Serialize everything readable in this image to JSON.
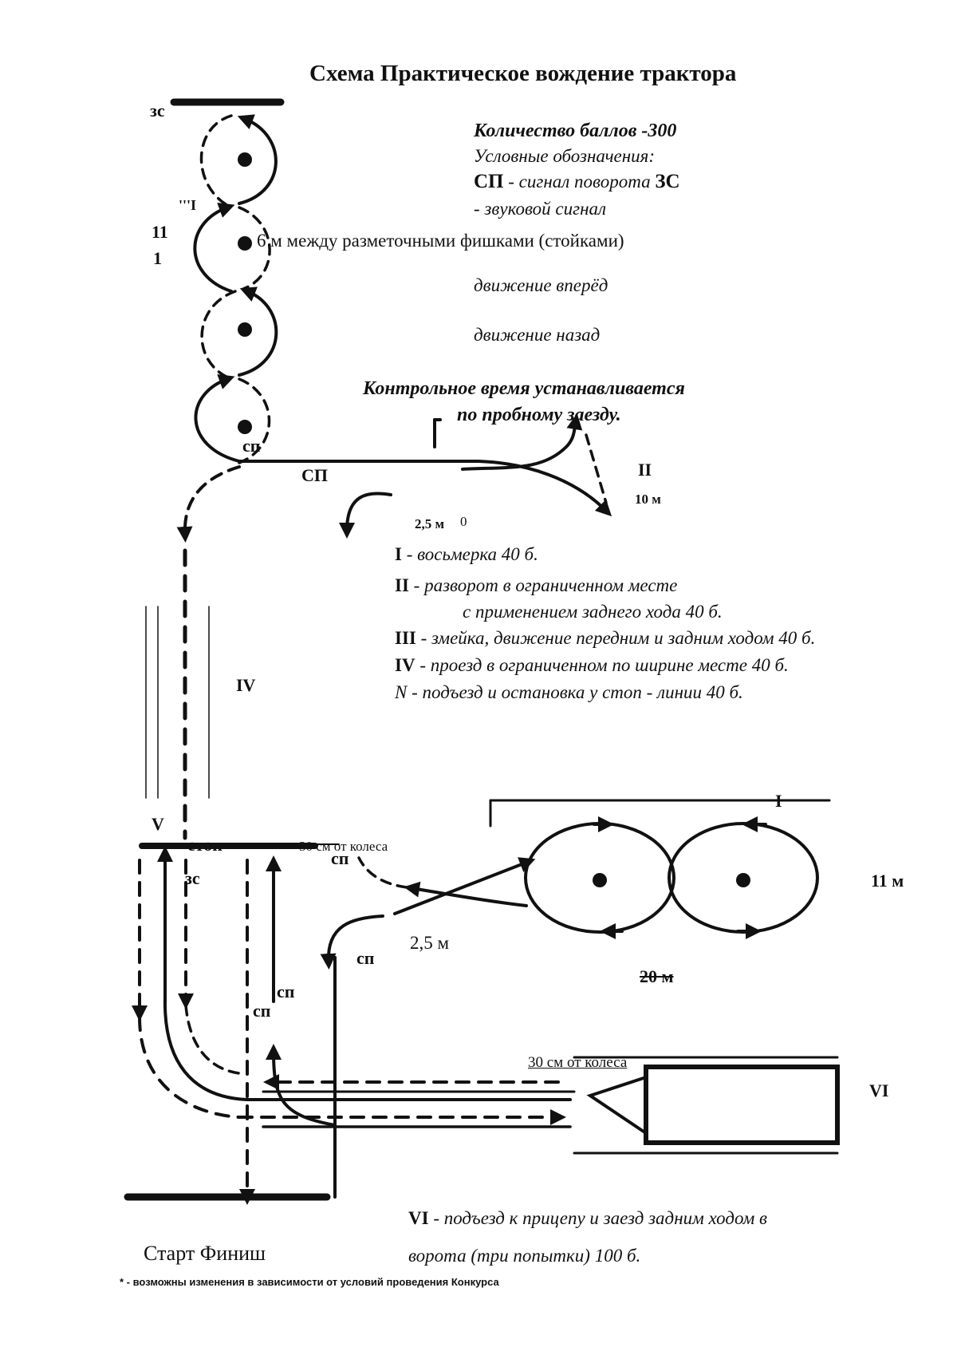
{
  "title": "Схема Практическое вождение трактора",
  "legend": {
    "points": "Количество баллов -300",
    "legend_header": "Условные обозначения:",
    "sp_key": "СП",
    "sp_desc": " - сигнал поворота ",
    "zs_key": "ЗС",
    "zs_desc": "- звуковой сигнал",
    "distance_note": "6 м между разметочными фишками (стойками)",
    "forward": "движение вперёд",
    "backward": "движение назад",
    "control_time_line1": "Контрольное время устанавливается",
    "control_time_line2": "по пробному заезду."
  },
  "exercises": [
    {
      "num": "I",
      "text": " - восьмерка 40 б."
    },
    {
      "num": "II",
      "text": " - разворот в ограниченном месте"
    },
    {
      "num": "",
      "text": "с применением заднего хода 40 б."
    },
    {
      "num": "III",
      "text": " - змейка, движение передним и задним ходом 40 б."
    },
    {
      "num": "IV",
      "text": " - проезд в ограниченном по ширине месте 40 б."
    },
    {
      "num": "N",
      "text": " - подъезд и остановка у стоп - линии 40 б."
    }
  ],
  "labels": {
    "zs_top": "зс",
    "iii_mark": "'''I",
    "left_11": "11",
    "left_1": "1",
    "sp_top_1": "сп",
    "sp_top_2": "СП",
    "ii": "II",
    "ten_m": "10 м",
    "two_five_top": "2,5 м",
    "zero": "0",
    "iv": "IV",
    "v": "V",
    "stop": "стоп",
    "thirty_top": "30  см от колеса",
    "zs_bottom": "зс",
    "sp_mid": "сп",
    "i_mark": "I",
    "eleven_m": "11 м",
    "two_five_bottom": "2,5 м",
    "sp_lower": "сп",
    "twenty_m": "20 м",
    "sp_left_1": "сп",
    "sp_left_2": "сп",
    "thirty_bottom": "30 см от колеса",
    "vi": "VI"
  },
  "footer": {
    "vi_line1_num": "VI",
    "vi_line1_text": " - подъезд к прицепу и заезд задним ходом в",
    "vi_line2": "ворота (три попытки) 100 б.",
    "start_finish": "Старт Финиш",
    "footnote": "* - возможны изменения в зависимости от условий проведения Конкурса"
  }
}
